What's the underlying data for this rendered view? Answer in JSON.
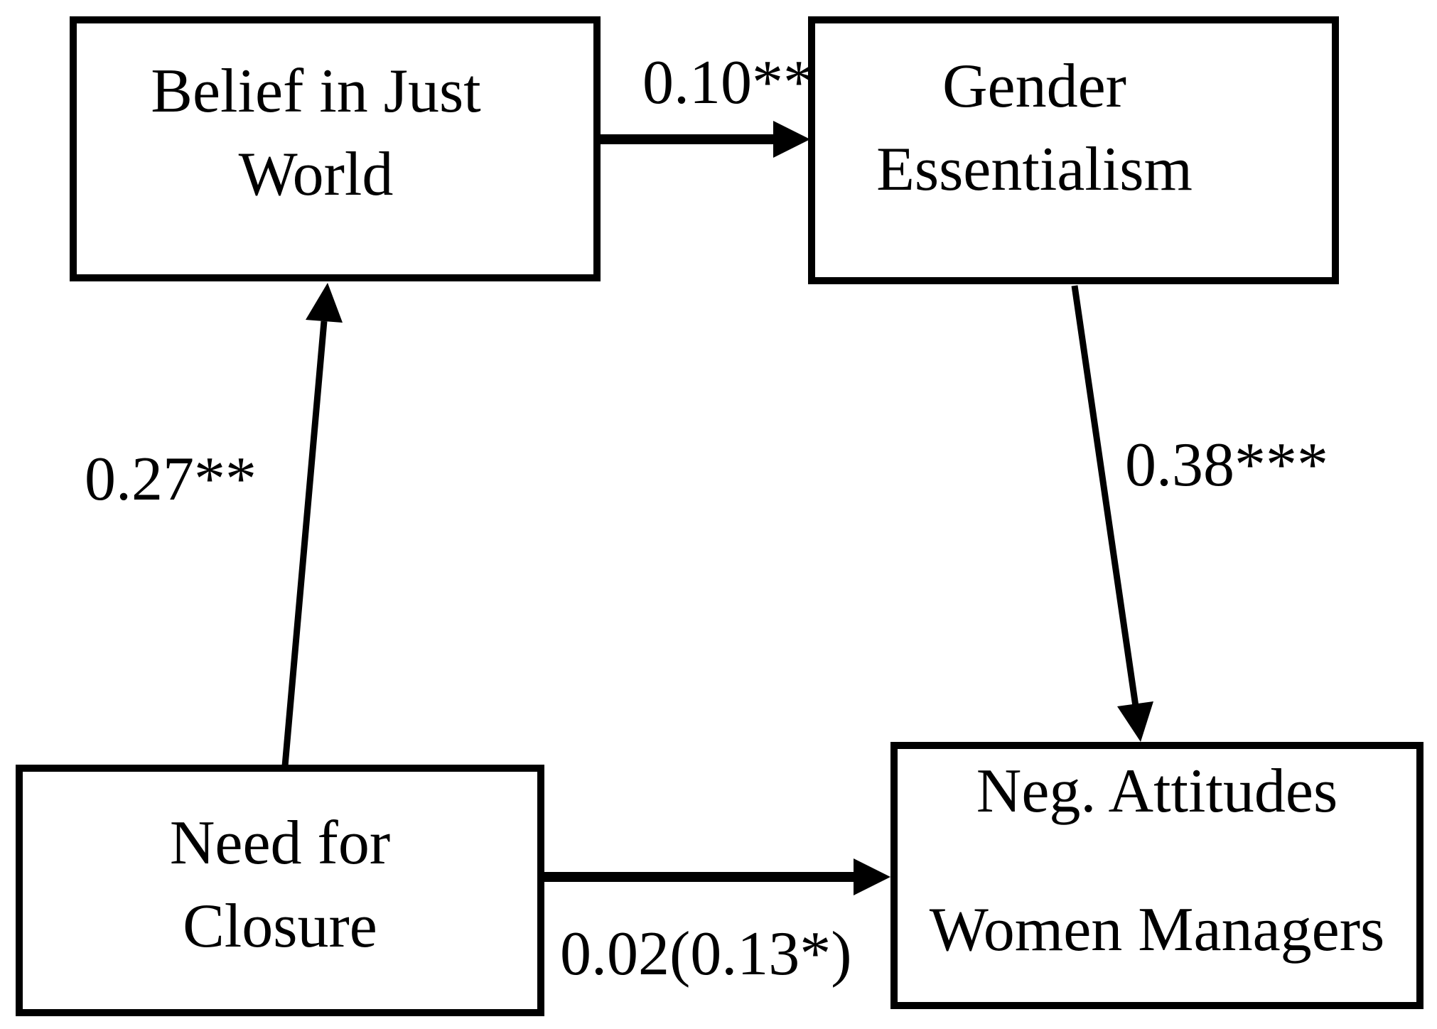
{
  "diagram": {
    "nodes": {
      "belief": {
        "line1": "Belief in Just",
        "line2": "World"
      },
      "gender": {
        "line1": "Gender",
        "line2": "Essentialism"
      },
      "closure": {
        "line1": "Need for",
        "line2": "Closure"
      },
      "attitudes": {
        "line1": "Neg. Attitudes",
        "line2": "Women Managers"
      }
    },
    "paths": {
      "belief_to_gender": {
        "label": "0.10**"
      },
      "closure_to_belief": {
        "label": "0.27**"
      },
      "gender_to_attitudes": {
        "label": "0.38***"
      },
      "closure_to_attitudes": {
        "label": "0.02(0.13*)"
      }
    },
    "colors": {
      "line": "#000000",
      "text": "#000000",
      "box_fill": "#ffffff",
      "background": "#ffffff"
    }
  }
}
